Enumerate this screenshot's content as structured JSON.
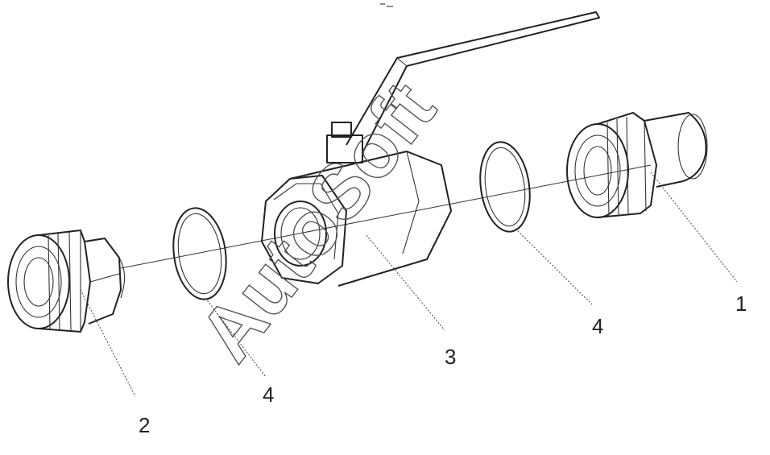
{
  "callouts": {
    "c1": "1",
    "c2": "2",
    "c3": "3",
    "c4a": "4",
    "c4b": "4"
  },
  "watermark": "AutoSoft"
}
